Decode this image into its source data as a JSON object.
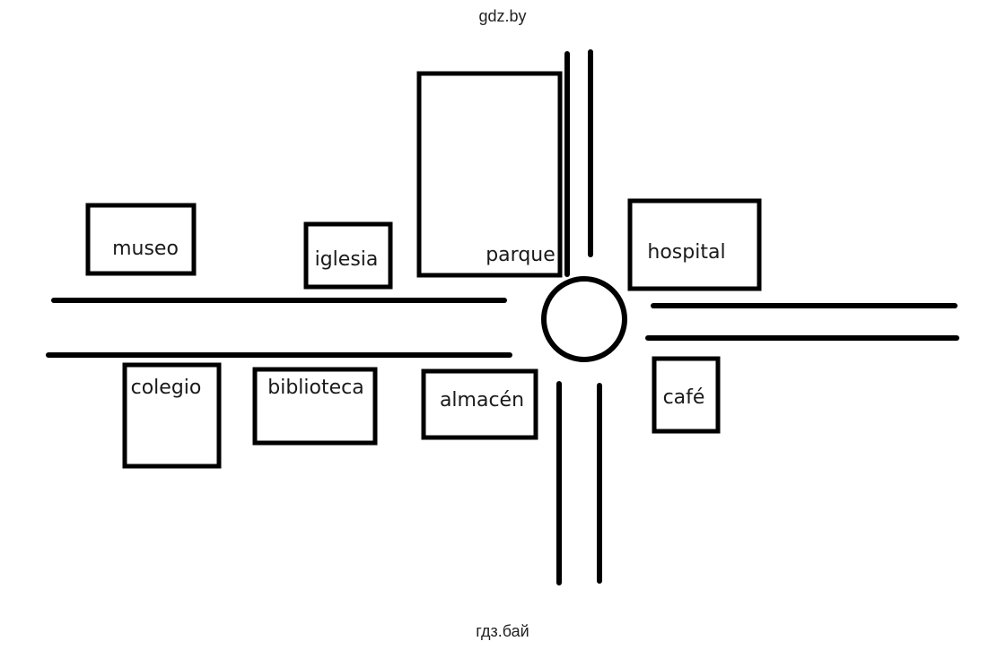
{
  "watermark_top": "gdz.by",
  "watermark_bottom": "гдз.бай",
  "places": {
    "museo": "museo",
    "iglesia": "iglesia",
    "parque": "parque",
    "hospital": "hospital",
    "colegio": "colegio",
    "biblioteca": "biblioteca",
    "almacen": "almacén",
    "cafe": "café"
  },
  "colors": {
    "lines": "#000000",
    "background": "#ffffff"
  }
}
